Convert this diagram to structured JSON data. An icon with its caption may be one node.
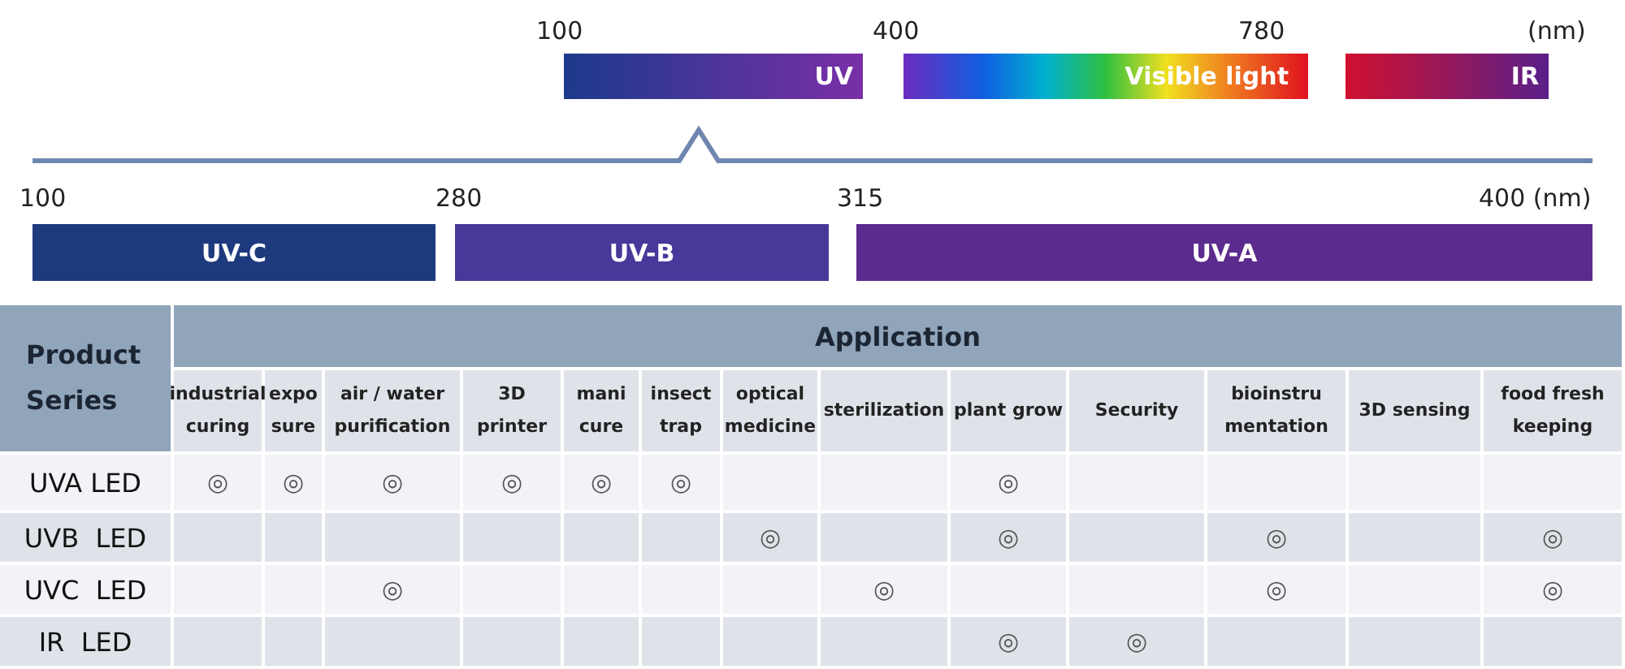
{
  "diagram": {
    "nodes": [
      {
        "text": [
          "UV"
        ]
      },
      {
        "text": [
          "Visible light"
        ]
      },
      {
        "text": [
          "IR"
        ]
      },
      {
        "text": [
          "UV-C"
        ]
      },
      {
        "text": [
          "UV-B"
        ]
      },
      {
        "text": [
          "UV-A"
        ]
      }
    ],
    "labels": [
      "100",
      "400",
      "780",
      "(nm)",
      "100",
      "280",
      "315",
      "400 (nm)",
      "Product Series",
      "Application",
      "industrial curing",
      "expo sure",
      "air / water purification",
      "3D printer",
      "mani cure",
      "insect trap",
      "optical medicine",
      "sterilization",
      "plant grow",
      "Security",
      "bioinstru mentation",
      "3D sensing",
      "food fresh keeping",
      "UVA LED",
      "◎",
      "◎",
      "◎",
      "◎",
      "◎",
      "◎",
      "◎",
      "UVB  LED",
      "◎",
      "◎",
      "◎",
      "◎",
      "UVC  LED",
      "◎",
      "◎",
      "◎",
      "◎",
      "IR  LED",
      "◎",
      "◎"
    ]
  }
}
